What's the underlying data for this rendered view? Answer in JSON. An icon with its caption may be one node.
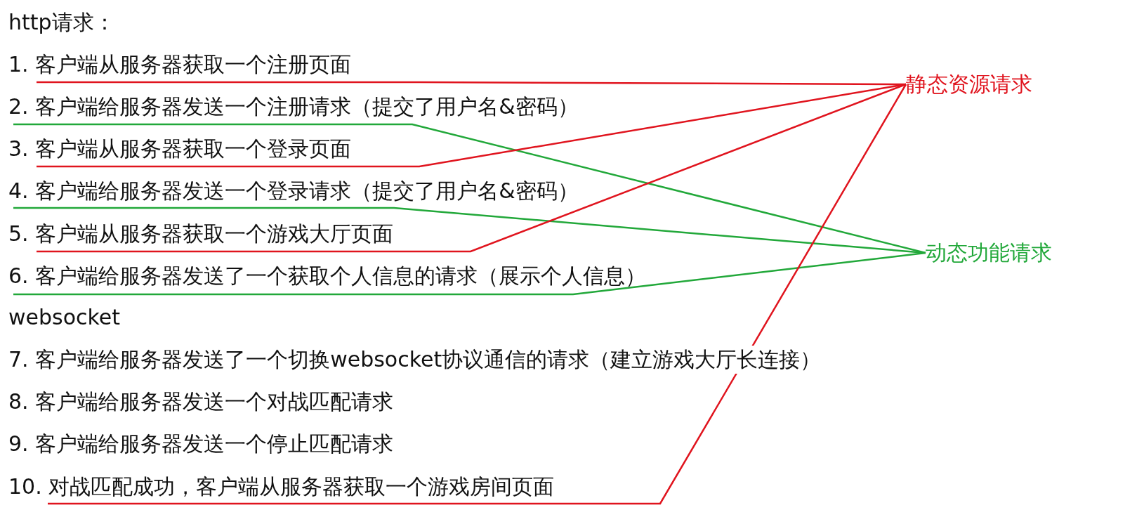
{
  "diagram": {
    "nodes": [
      {
        "text": [
          "1. 客户端从服务器获取一个注册页面"
        ]
      },
      {
        "text": [
          "2. 客户端给服务器发送一个注册请求（提交了用户名&密码）"
        ]
      },
      {
        "text": [
          "3. 客户端从服务器获取一个登录页面"
        ]
      },
      {
        "text": [
          "4. 客户端给服务器发送一个登录请求（提交了用户名&密码）"
        ]
      },
      {
        "text": [
          "5. 客户端从服务器获取一个游戏大厅页面"
        ]
      },
      {
        "text": [
          "6. 客户端给服务器发送了一个获取个人信息的请求（展示个人信息）"
        ]
      },
      {
        "text": [
          "10. 对战匹配成功，客户端从服务器获取一个游戏房间页面"
        ]
      },
      {
        "text": [
          "静态资源请求"
        ]
      },
      {
        "text": [
          "动态功能请求"
        ]
      }
    ],
    "edges": [
      {
        "from": 0,
        "to": 7,
        "arrow": "none",
        "color": "#e0141e"
      },
      {
        "from": 1,
        "to": 8,
        "arrow": "none",
        "color": "#22a83a"
      },
      {
        "from": 2,
        "to": 7,
        "arrow": "none",
        "color": "#e0141e"
      },
      {
        "from": 3,
        "to": 8,
        "arrow": "none",
        "color": "#22a83a"
      },
      {
        "from": 4,
        "to": 7,
        "arrow": "none",
        "color": "#e0141e"
      },
      {
        "from": 5,
        "to": 8,
        "arrow": "none",
        "color": "#22a83a"
      },
      {
        "from": 6,
        "to": 7,
        "arrow": "none",
        "color": "#e0141e"
      }
    ],
    "labels": [
      "http请求：",
      "websocket",
      "7. 客户端给服务器发送了一个切换websocket协议通信的请求（建立游戏大厅长连接）",
      "8. 客户端给服务器发送一个对战匹配请求",
      "9. 客户端给服务器发送一个停止匹配请求"
    ]
  }
}
